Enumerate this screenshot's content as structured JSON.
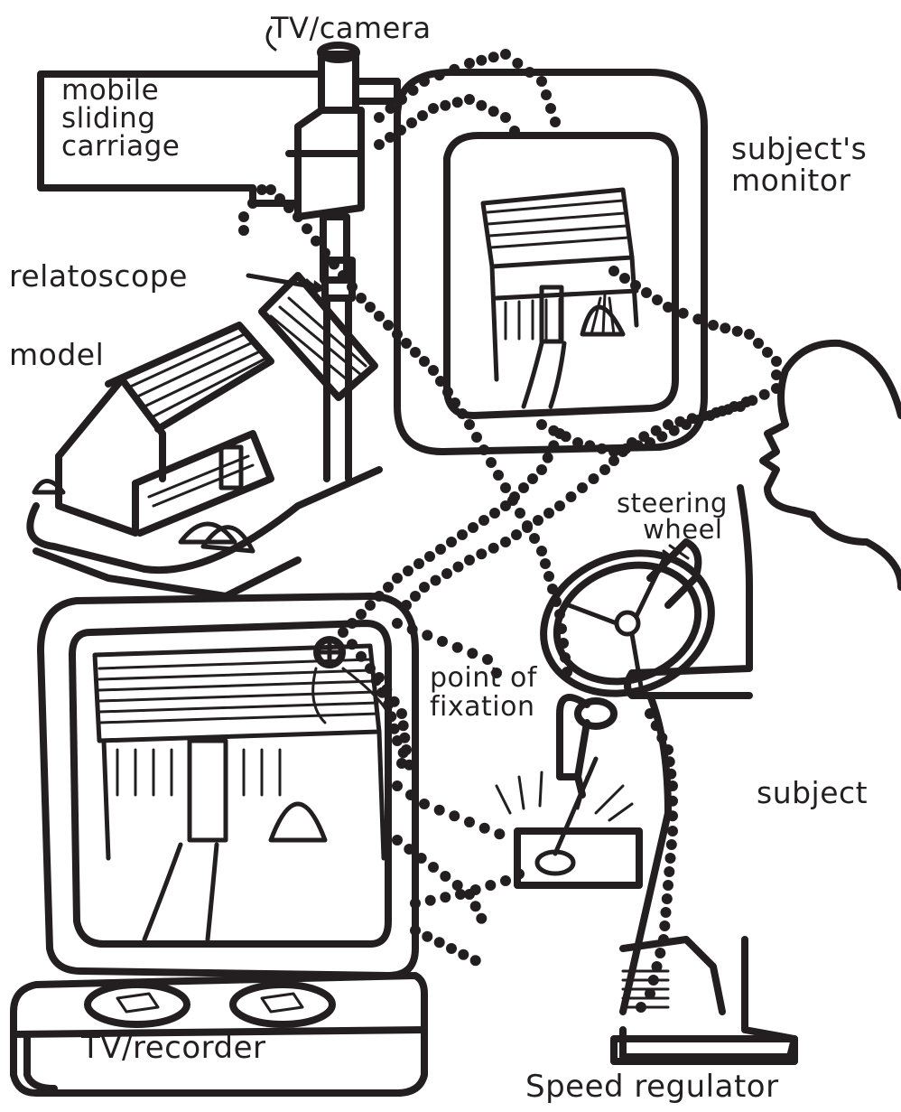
{
  "labels": {
    "tv_camera": "TV/camera",
    "carriage": "mobile\nsliding\ncarriage",
    "subjects_monitor": "subject's\nmonitor",
    "relatoscope": "relatoscope",
    "model": "model",
    "steering_wheel": "steering\n   wheel",
    "point_of_fixation": "point of\nfixation",
    "subject": "subject",
    "tv_recorder": "TV/recorder",
    "speed_regulator": "Speed regulator"
  },
  "colors": {
    "ink": "#231f20",
    "paper": "#ffffff"
  }
}
